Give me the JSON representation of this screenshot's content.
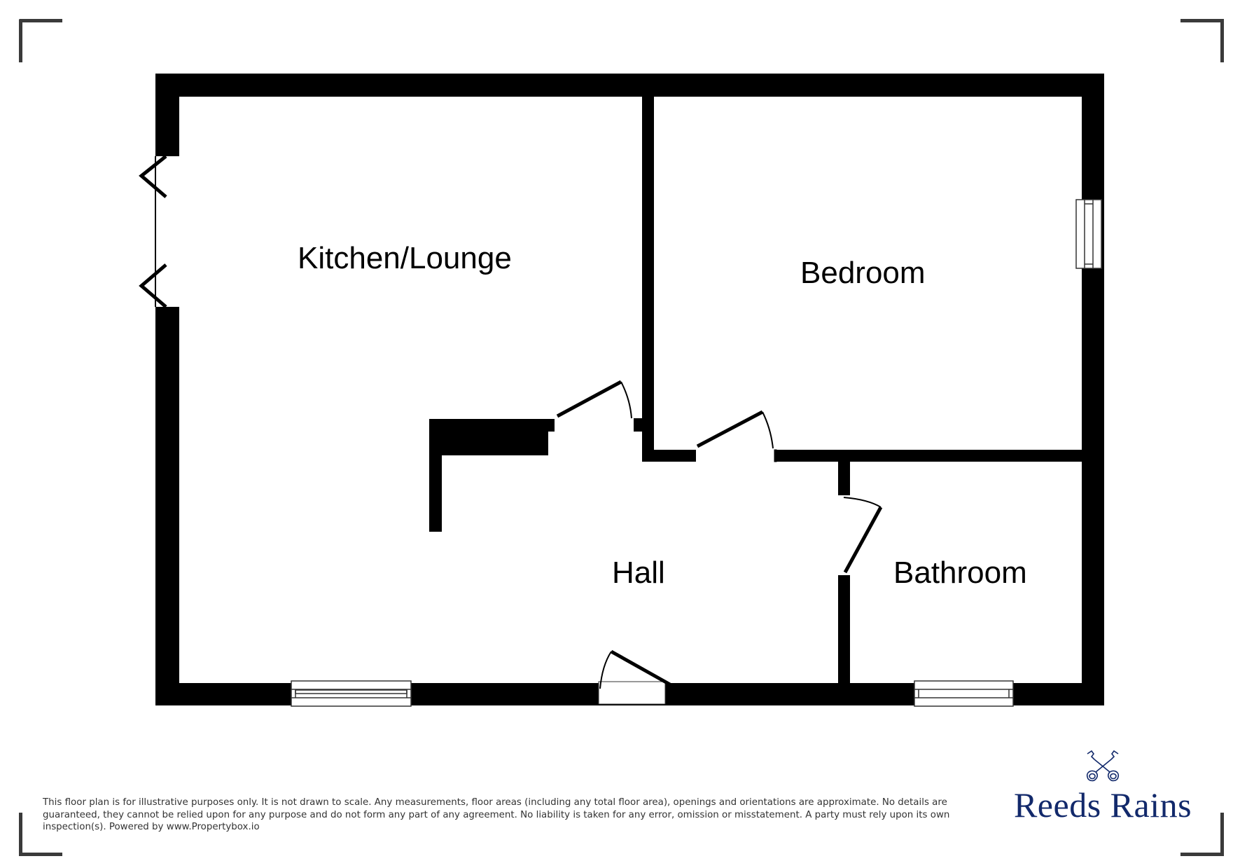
{
  "floorplan": {
    "rooms": [
      {
        "id": "kitchen-lounge",
        "label": "Kitchen/Lounge"
      },
      {
        "id": "bedroom",
        "label": "Bedroom"
      },
      {
        "id": "hall",
        "label": "Hall"
      },
      {
        "id": "bathroom",
        "label": "Bathroom"
      }
    ],
    "wall_color": "#000000",
    "corner_mark_color": "#3a3a3a"
  },
  "disclaimer": {
    "text": "This floor plan is for illustrative purposes only. It is not drawn to scale. Any measurements, floor areas (including any total floor area), openings and orientations are approximate. No details are guaranteed, they cannot be relied upon for any purpose and do not form any part of any agreement. No liability is taken for any error, omission or misstatement. A party must rely upon its own inspection(s). Powered by www.Propertybox.io"
  },
  "brand": {
    "name": "Reeds Rains",
    "icon": "crossed-keys-icon",
    "color": "#12296b"
  }
}
